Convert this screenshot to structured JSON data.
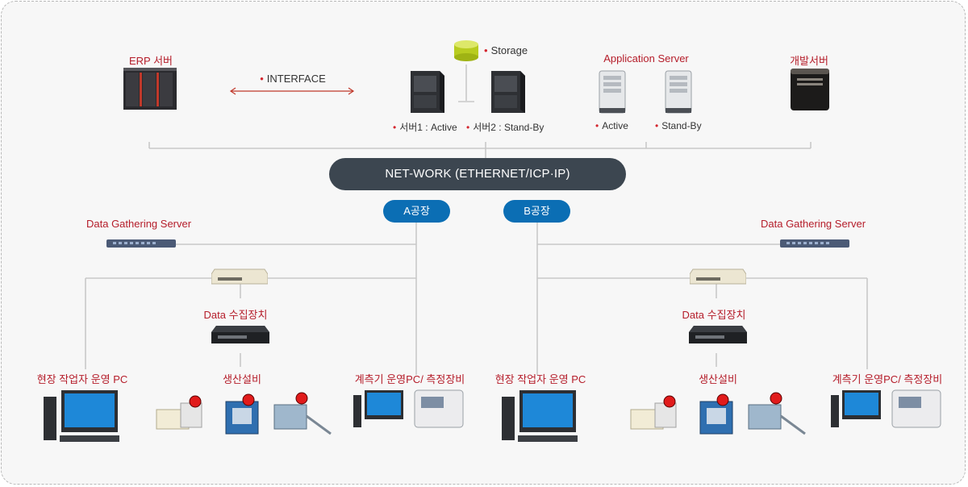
{
  "top": {
    "erp_label": "ERP 서버",
    "interface_label": "INTERFACE",
    "storage_label": "Storage",
    "server1_label": "서버1 : Active",
    "server2_label": "서버2 : Stand-By",
    "app_server_label": "Application Server",
    "app_active_label": "Active",
    "app_standby_label": "Stand-By",
    "dev_server_label": "개발서버"
  },
  "network": {
    "label": "NET-WORK (ETHERNET/ICP·IP)"
  },
  "factories": [
    {
      "name": "A공장",
      "gathering_label": "Data Gathering Server",
      "collector_label": "Data 수집장치",
      "worker_pc_label": "현장 작업자 운영 PC",
      "production_label": "생산설비",
      "measure_label": "계측기 운영PC/ 측정장비"
    },
    {
      "name": "B공장",
      "gathering_label": "Data Gathering Server",
      "collector_label": "Data 수집장치",
      "worker_pc_label": "현장 작업자 운영 PC",
      "production_label": "생산설비",
      "measure_label": "계측기 운영PC/ 측정장비"
    }
  ],
  "colors": {
    "accent_red": "#b51d2a",
    "factory_blue": "#0b6eb4",
    "network_dark": "#3c4650",
    "line_gray": "#c8c8c8"
  }
}
